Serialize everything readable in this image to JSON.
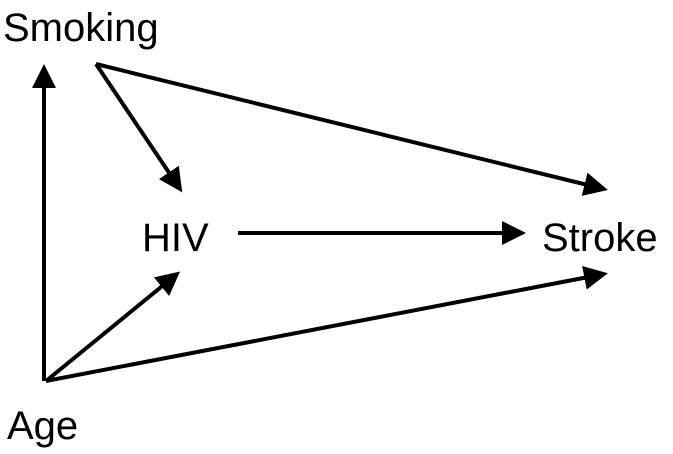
{
  "diagram": {
    "nodes": {
      "smoking": "Smoking",
      "hiv": "HIV",
      "stroke": "Stroke",
      "age": "Age"
    },
    "edges": [
      {
        "from": "Smoking",
        "to": "HIV"
      },
      {
        "from": "Smoking",
        "to": "Stroke"
      },
      {
        "from": "HIV",
        "to": "Stroke"
      },
      {
        "from": "Age",
        "to": "Smoking"
      },
      {
        "from": "Age",
        "to": "HIV"
      },
      {
        "from": "Age",
        "to": "Stroke"
      }
    ],
    "colors": {
      "ink": "#000000",
      "background": "#ffffff"
    }
  }
}
